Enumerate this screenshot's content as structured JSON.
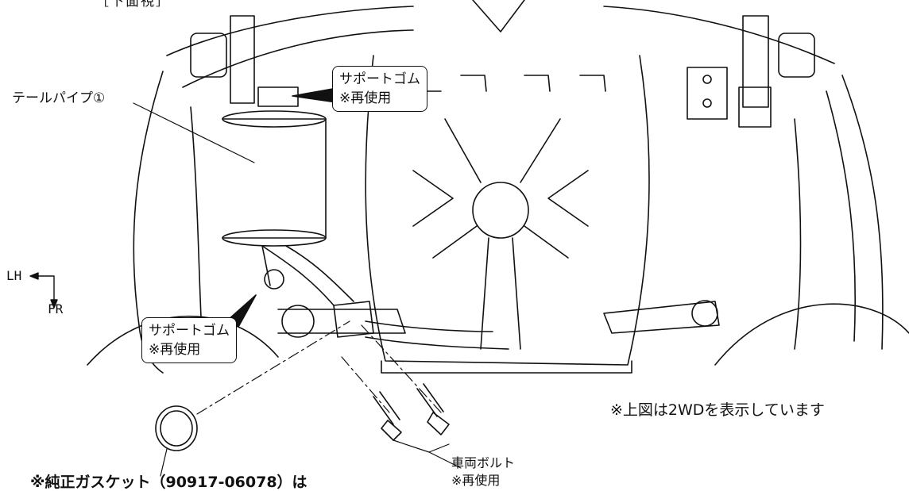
{
  "view_label": "［下面視］",
  "labels": {
    "tail_pipe": "テールパイプ①",
    "support_rubber_top": {
      "line1": "サポートゴム",
      "line2": "※再使用"
    },
    "support_rubber_left": {
      "line1": "サポートゴム",
      "line2": "※再使用"
    },
    "vehicle_bolt": {
      "line1": "車両ボルト",
      "line2": "※再使用"
    },
    "gasket_note": "※純正ガスケット（90917-06078）は",
    "diagram_note": "※上図は2WDを表示しています"
  },
  "direction": {
    "lh": "LH",
    "fr": "FR"
  }
}
